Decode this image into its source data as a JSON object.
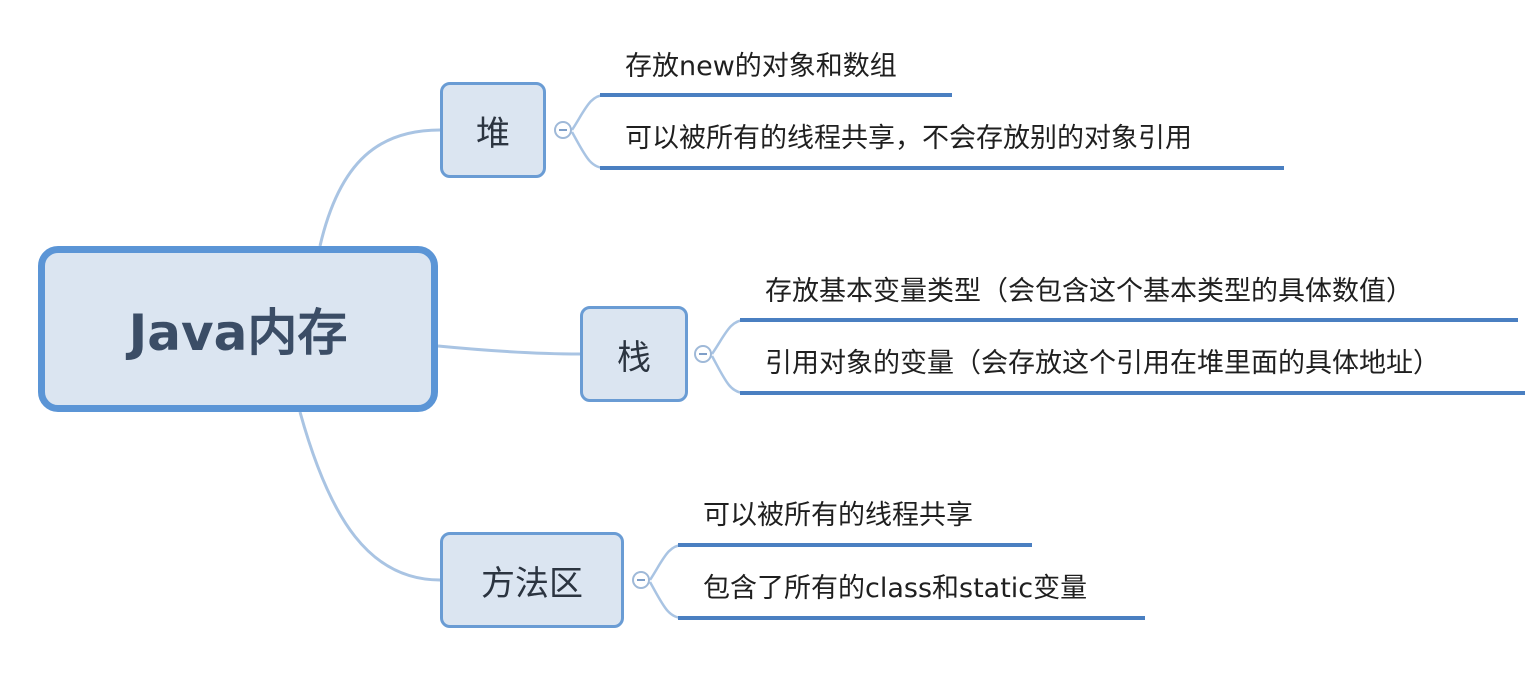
{
  "root": {
    "label": "Java内存"
  },
  "branches": [
    {
      "label": "堆",
      "items": [
        "存放new的对象和数组",
        "可以被所有的线程共享，不会存放别的对象引用"
      ]
    },
    {
      "label": "栈",
      "items": [
        "存放基本变量类型（会包含这个基本类型的具体数值）",
        "引用对象的变量（会存放这个引用在堆里面的具体地址）"
      ]
    },
    {
      "label": "方法区",
      "items": [
        "可以被所有的线程共享",
        "包含了所有的class和static变量"
      ]
    }
  ],
  "colors": {
    "node_fill": "#dbe5f1",
    "node_border": "#6a9cd4",
    "connector": "#a9c4e3",
    "underline": "#4a7fc1"
  },
  "icons": [
    "collapse-toggle-icon"
  ]
}
